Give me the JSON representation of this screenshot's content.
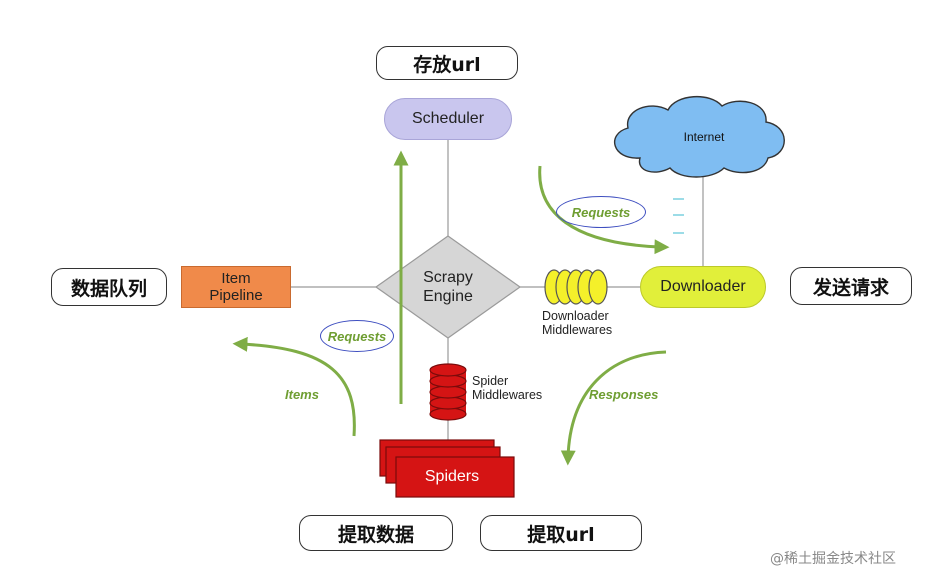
{
  "labels": {
    "store_url": "存放url",
    "data_queue": "数据队列",
    "send_request": "发送请求",
    "extract_data": "提取数据",
    "extract_url": "提取url"
  },
  "components": {
    "scheduler": "Scheduler",
    "internet": "Internet",
    "downloader": "Downloader",
    "item_pipeline_line1": "Item",
    "item_pipeline_line2": "Pipeline",
    "engine_line1": "Scrapy",
    "engine_line2": "Engine",
    "downloader_middlewares_line1": "Downloader",
    "downloader_middlewares_line2": "Middlewares",
    "spider_middlewares_line1": "Spider",
    "spider_middlewares_line2": "Middlewares",
    "spiders": "Spiders"
  },
  "flows": {
    "requests_top": "Requests",
    "requests_left": "Requests",
    "items": "Items",
    "responses": "Responses"
  },
  "watermark": "@稀土掘金技术社区",
  "colors": {
    "scheduler": "#c9c6ee",
    "downloader": "#e1ef3a",
    "pipeline": "#f08a4a",
    "engine": "#d6d6d6",
    "internet": "#7fbdf2",
    "spiders": "#d51414",
    "flow_arrow": "#7fad46",
    "oval_border": "#3f4fc0"
  }
}
